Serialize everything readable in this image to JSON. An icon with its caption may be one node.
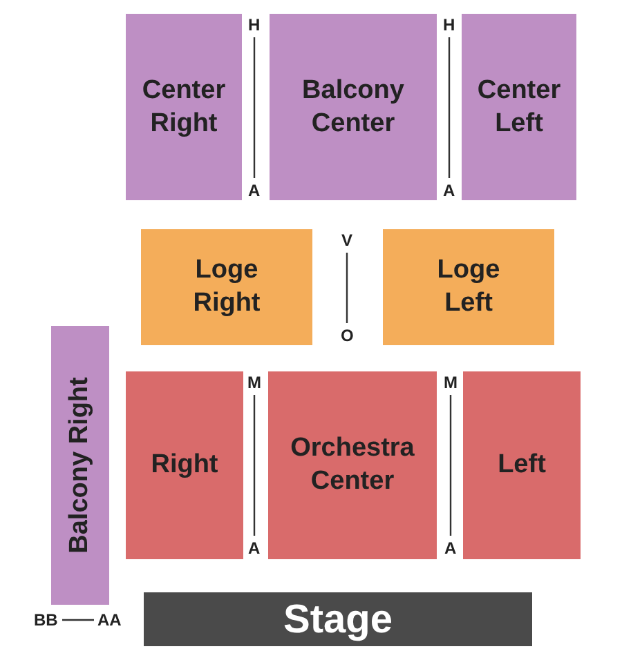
{
  "diagram": {
    "nodes": [
      {
        "text": [
          "Center Right"
        ]
      },
      {
        "text": [
          "Balcony Center"
        ]
      },
      {
        "text": [
          "Center Left"
        ]
      },
      {
        "text": [
          "Loge Right"
        ]
      },
      {
        "text": [
          "Loge Left"
        ]
      },
      {
        "text": [
          "Balcony Right"
        ]
      },
      {
        "text": [
          "Right"
        ]
      },
      {
        "text": [
          "Orchestra Center"
        ]
      },
      {
        "text": [
          "Left"
        ]
      },
      {
        "text": [
          "Stage"
        ]
      }
    ],
    "labels": [
      "H",
      "H",
      "A",
      "A",
      "V",
      "O",
      "M",
      "M",
      "A",
      "A",
      "BB",
      "AA"
    ]
  }
}
